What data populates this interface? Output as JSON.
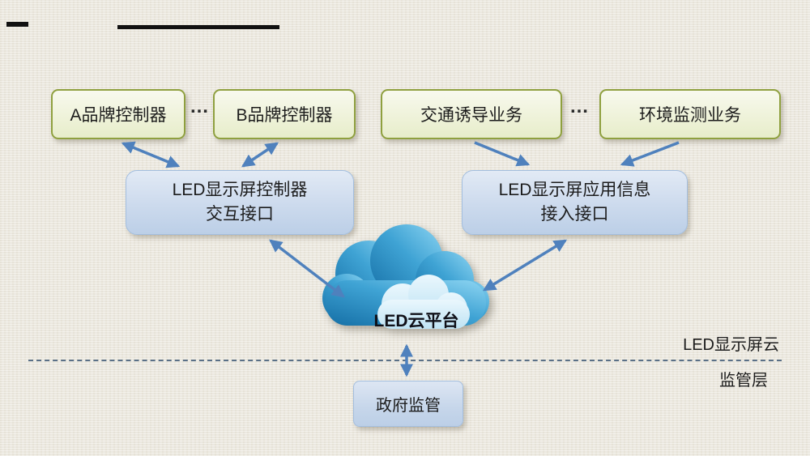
{
  "nodes": {
    "brand_a": "A品牌控制器",
    "brand_b": "B品牌控制器",
    "traffic": "交通诱导业务",
    "environment": "环境监测业务",
    "controller_interface_line1": "LED显示屏控制器",
    "controller_interface_line2": "交互接口",
    "app_interface_line1": "LED显示屏应用信息",
    "app_interface_line2": "接入接口",
    "cloud": "LED云平台",
    "government": "政府监管"
  },
  "dots": {
    "left": "…",
    "right": "…"
  },
  "layer_labels": {
    "cloud_layer": "LED显示屏云",
    "supervision_layer": "监管层"
  },
  "colors": {
    "background": "#edeae1",
    "green_box_border": "#8fa03f",
    "green_box_fill": "#f2f5e1",
    "blue_box_fill": "#c8d8ec",
    "blue_box_border": "#a3bedf",
    "arrow": "#4f81bd",
    "cloud_dark": "#1f86bd",
    "cloud_light": "#cfe9f6",
    "dashed_line": "#5a7087",
    "text": "#1c1c1c"
  }
}
